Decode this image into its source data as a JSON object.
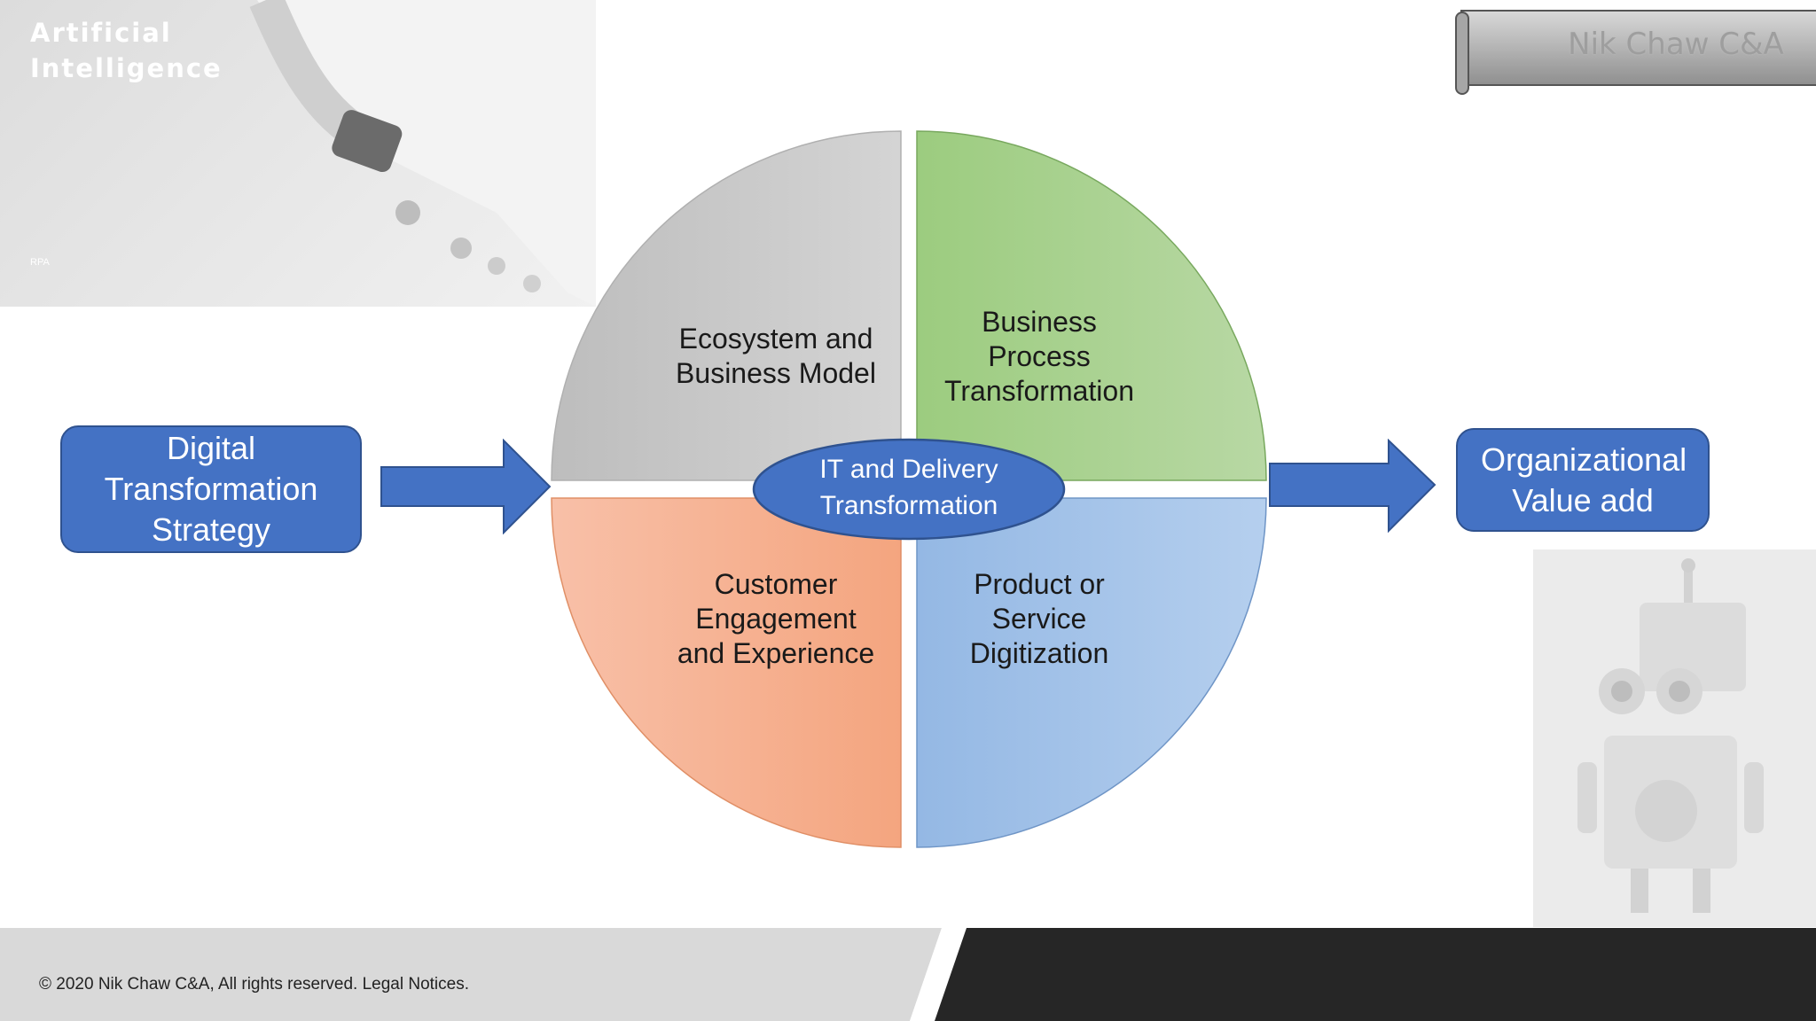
{
  "banner": {
    "line1": "Artificial",
    "line2": "Intelligence",
    "tag": "RPA"
  },
  "badge": {
    "text": "Nik Chaw C&A"
  },
  "left_box": {
    "text": "Digital Transformation Strategy"
  },
  "right_box": {
    "text": "Organizational Value add"
  },
  "quadrants": {
    "top_left": "Ecosystem and\nBusiness Model",
    "top_right": "Business\nProcess\nTransformation",
    "bottom_left": "Customer\nEngagement\nand Experience",
    "bottom_right": "Product or\nService\nDigitization",
    "center": "IT and Delivery\nTransformation"
  },
  "colors": {
    "blue": "#4472c4",
    "gray_quadrant": "#c8c8c8",
    "green_quadrant": "#a9d08e",
    "orange_quadrant": "#f4b183",
    "lightblue_quadrant": "#9dc3e6",
    "footer_dark": "#262626",
    "footer_light": "#d9d9d9"
  },
  "footer": {
    "copyright": "© 2020 Nik Chaw C&A, All rights reserved. Legal Notices."
  }
}
